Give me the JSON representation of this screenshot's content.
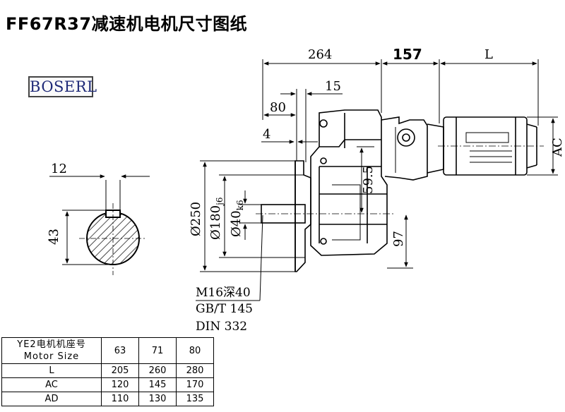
{
  "title": "FF67R37减速机电机尺寸图纸",
  "logo": "BOSERL",
  "dimensions": {
    "d264": "264",
    "d157": "157",
    "dL": "L",
    "d80": "80",
    "d15": "15",
    "d4": "4",
    "d12": "12",
    "d43": "43",
    "d250": "Ø250",
    "d180": "Ø180",
    "d180_tol": "j6",
    "d40": "Ø40",
    "d40_tol": "k6",
    "d59_5": "59.5",
    "d97": "97",
    "dAC": "AC"
  },
  "notes": [
    "M16深40",
    "GB/T 145",
    "DIN 332"
  ],
  "table": {
    "header": [
      "YE2电机机座号",
      "Motor Size"
    ],
    "sizes": [
      "63",
      "71",
      "80"
    ],
    "rows": [
      {
        "label": "L",
        "values": [
          "205",
          "260",
          "280"
        ]
      },
      {
        "label": "AC",
        "values": [
          "120",
          "145",
          "170"
        ]
      },
      {
        "label": "AD",
        "values": [
          "110",
          "130",
          "135"
        ]
      }
    ]
  }
}
